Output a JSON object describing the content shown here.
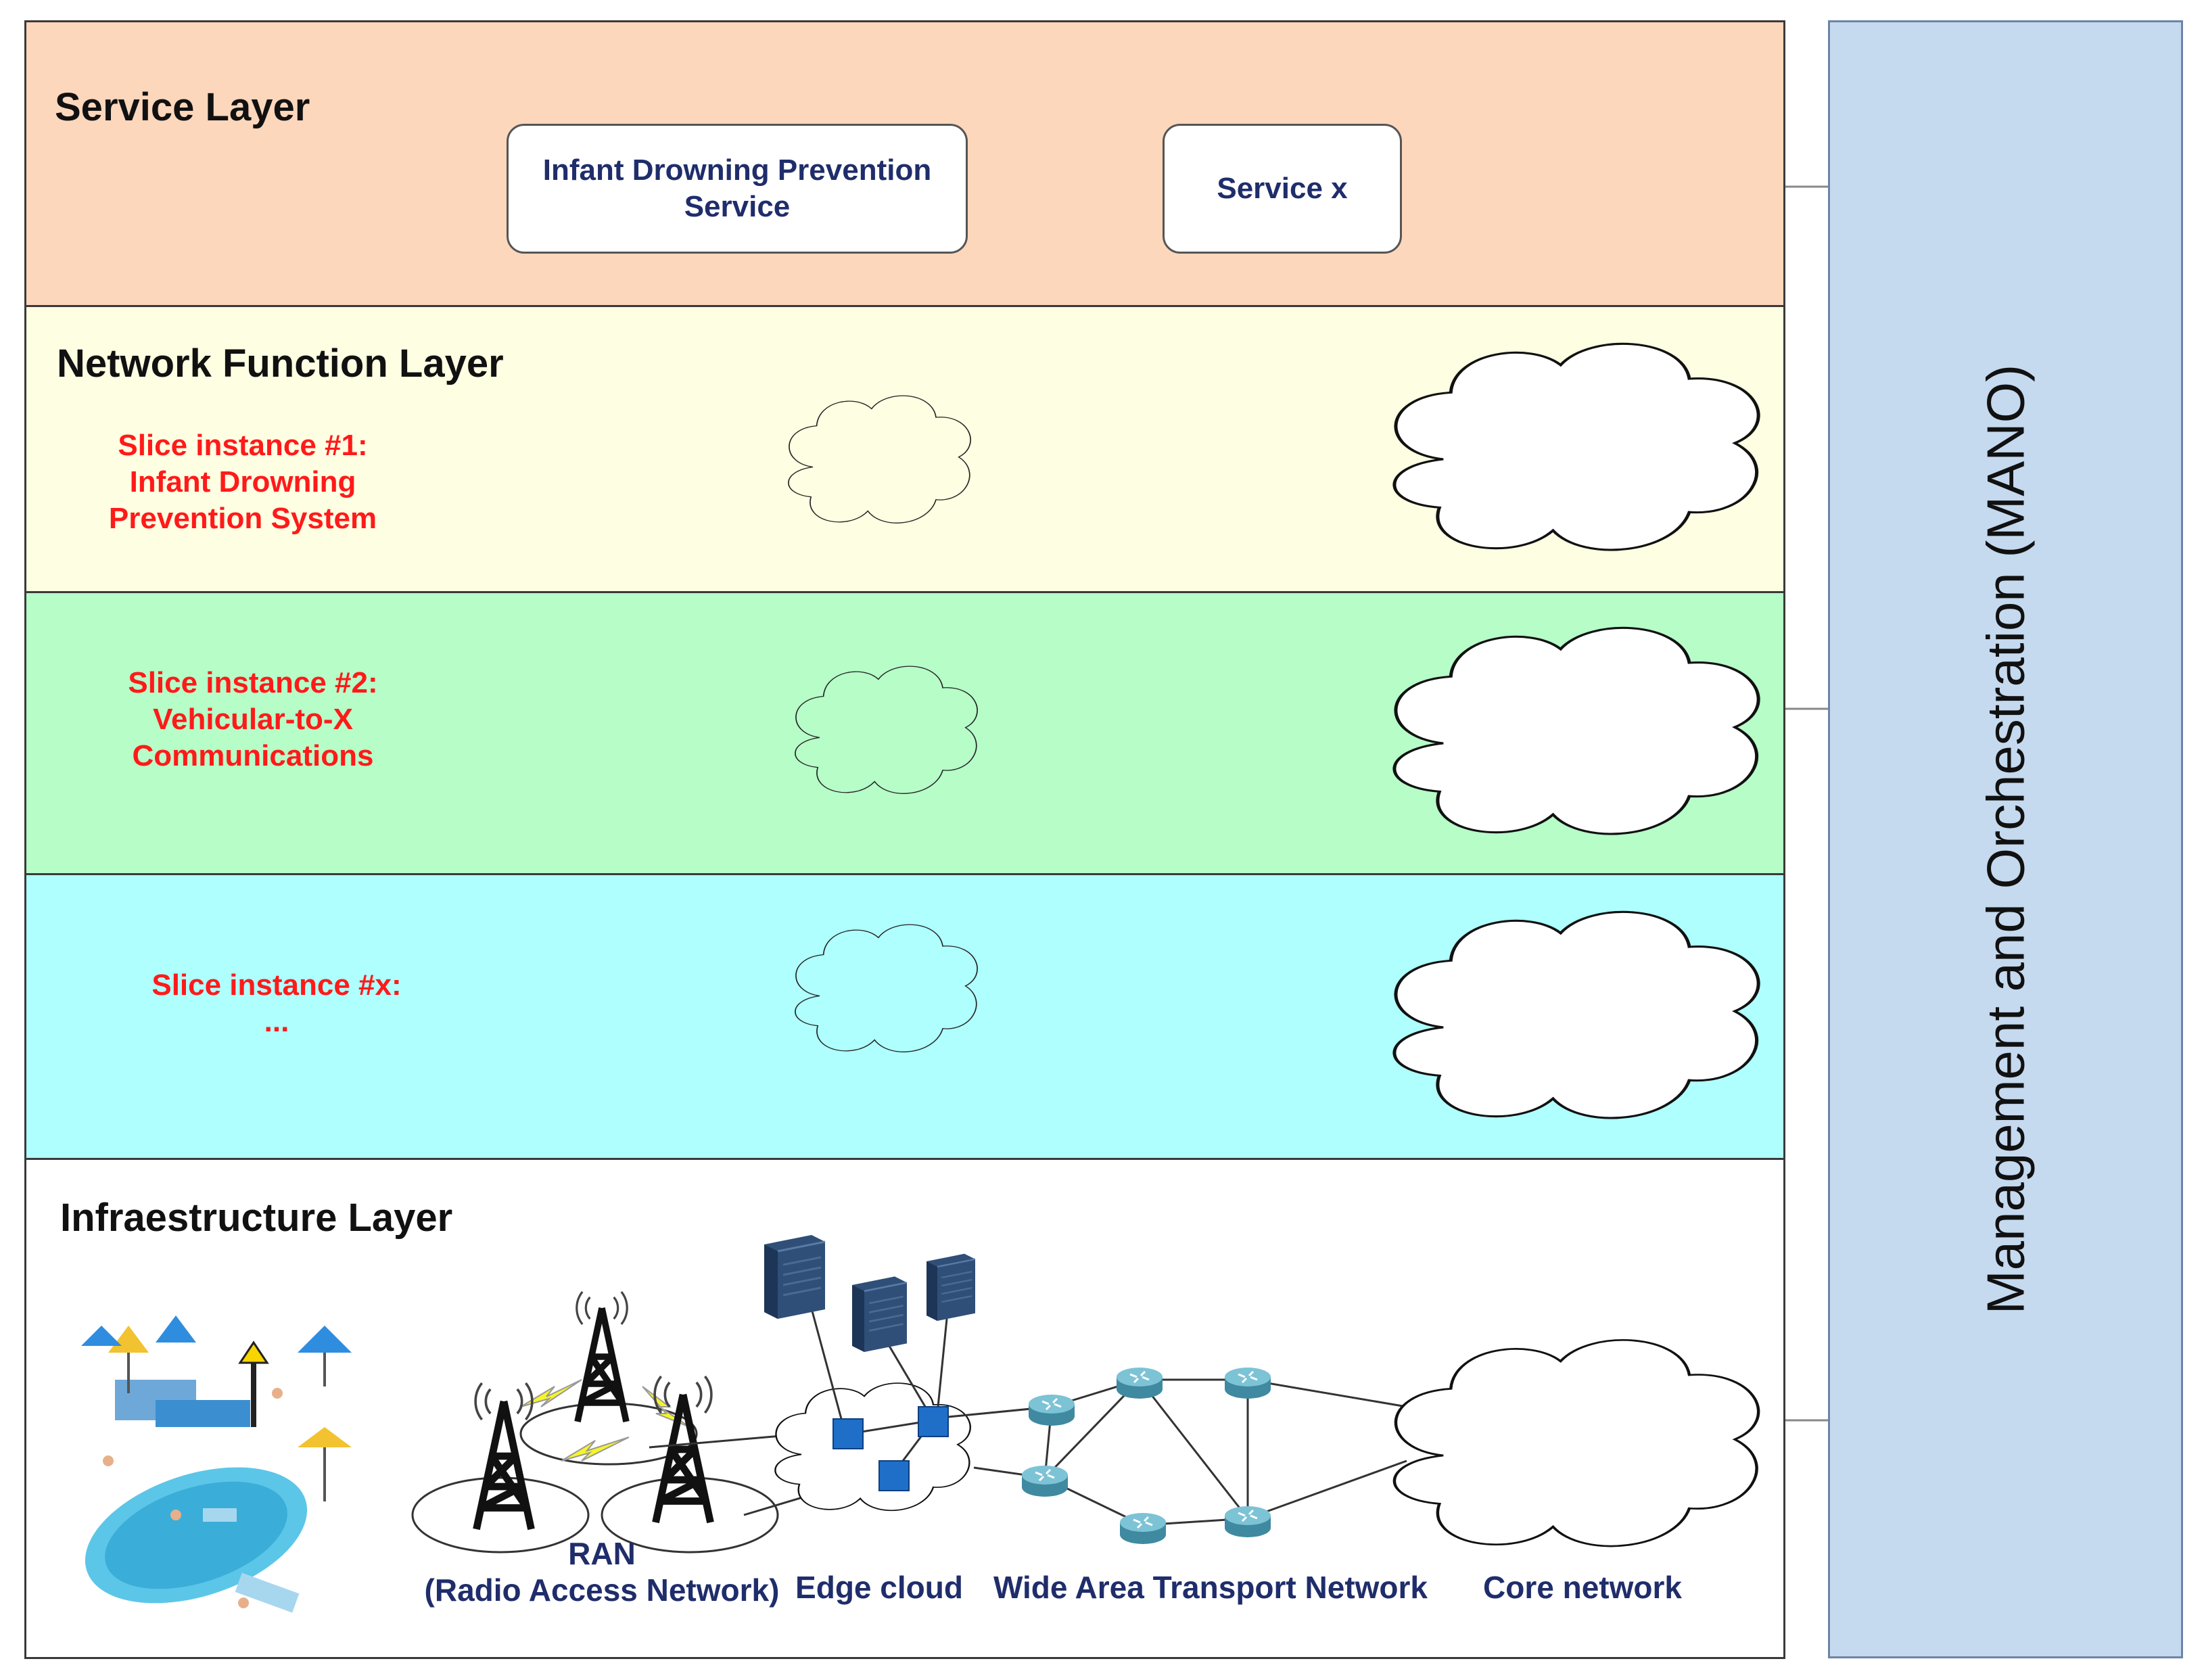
{
  "layers": {
    "service": {
      "title": "Service  Layer",
      "color": "#fdd7bc"
    },
    "network_function": {
      "title": "Network Function Layer",
      "color": "#fefee2"
    },
    "slice2": {
      "color": "#b6fdc8"
    },
    "slicex": {
      "color": "#afffff"
    },
    "infrastructure": {
      "title": "Infraestructure Layer",
      "color": "#ffffff"
    }
  },
  "services": [
    {
      "label": "Infant Drowning Prevention Service"
    },
    {
      "label": "Service x"
    }
  ],
  "slices": [
    {
      "label": "Slice instance #1:\nInfant Drowning\nPrevention System"
    },
    {
      "label": "Slice instance #2:\nVehicular-to-X\nCommunications"
    },
    {
      "label": "Slice instance #x:\n..."
    }
  ],
  "infrastructure_labels": {
    "ran": "RAN\n(Radio Access Network)",
    "edge": "Edge cloud",
    "wan": "Wide Area Transport Network",
    "core": "Core network"
  },
  "mano": {
    "label": "Management and Orchestration (MANO)",
    "color": "#c5d9ef"
  },
  "colors": {
    "slice_text": "#ff1a1a",
    "service_text": "#1f2d6b",
    "router": "#5aa3b8",
    "server": "#2f4f78",
    "switch": "#1f6fc9"
  }
}
